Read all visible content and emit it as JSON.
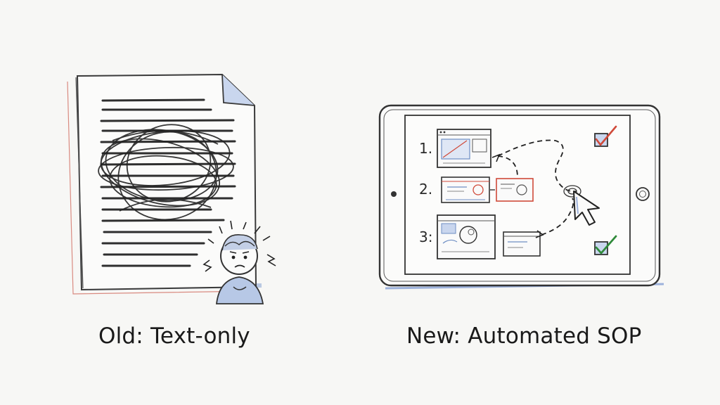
{
  "captions": {
    "old": "Old: Text-only",
    "new": "New: Automated SOP"
  },
  "steps": [
    "1.",
    "2.",
    "3:"
  ],
  "colors": {
    "background": "#f7f7f5",
    "pencil": "#2a2a2a",
    "blue_accent": "#6f8fc4",
    "red_accent": "#d04a3a",
    "green_check": "#2f8a3a"
  },
  "icons": [
    "crumpled-document-icon",
    "scribble-icon",
    "stressed-person-icon",
    "tablet-icon",
    "mouse-cursor-icon",
    "checkbox-checked-icon"
  ]
}
